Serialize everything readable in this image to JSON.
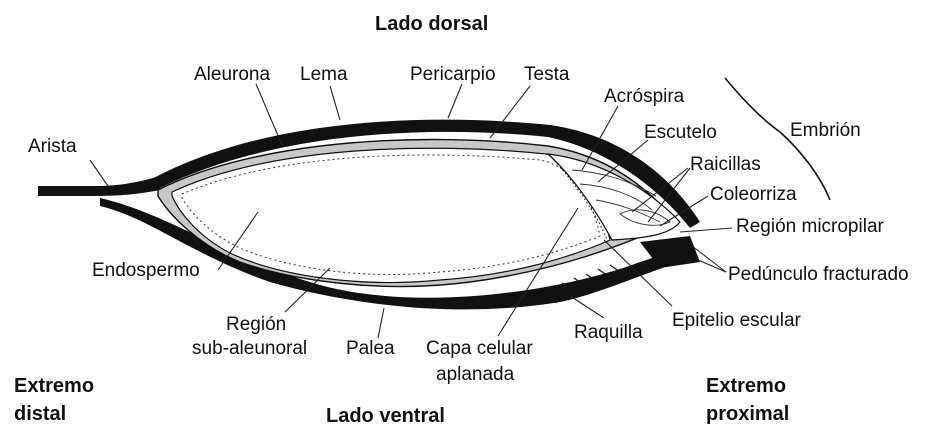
{
  "labels": {
    "dorsal": "Lado dorsal",
    "ventral": "Lado ventral",
    "distal_1": "Extremo",
    "distal_2": "distal",
    "proximal_1": "Extremo",
    "proximal_2": "proximal",
    "arista": "Arista",
    "aleurona": "Aleurona",
    "lema": "Lema",
    "pericarpio": "Pericarpio",
    "testa": "Testa",
    "acrospira": "Acróspira",
    "escutelo": "Escutelo",
    "embrion": "Embrión",
    "raicillas": "Raicillas",
    "coleorriza": "Coleorriza",
    "region_micropilar": "Región micropilar",
    "pedunculo": "Pedúnculo fracturado",
    "endospermo": "Endospermo",
    "region_sub_1": "Región",
    "region_sub_2": "sub-aleunoral",
    "palea": "Palea",
    "capa_1": "Capa celular",
    "capa_2": "aplanada",
    "raquilla": "Raquilla",
    "epitelio": "Epitelio escular"
  },
  "colors": {
    "ink": "#111111",
    "layer_fill": "#c8c8c8"
  }
}
